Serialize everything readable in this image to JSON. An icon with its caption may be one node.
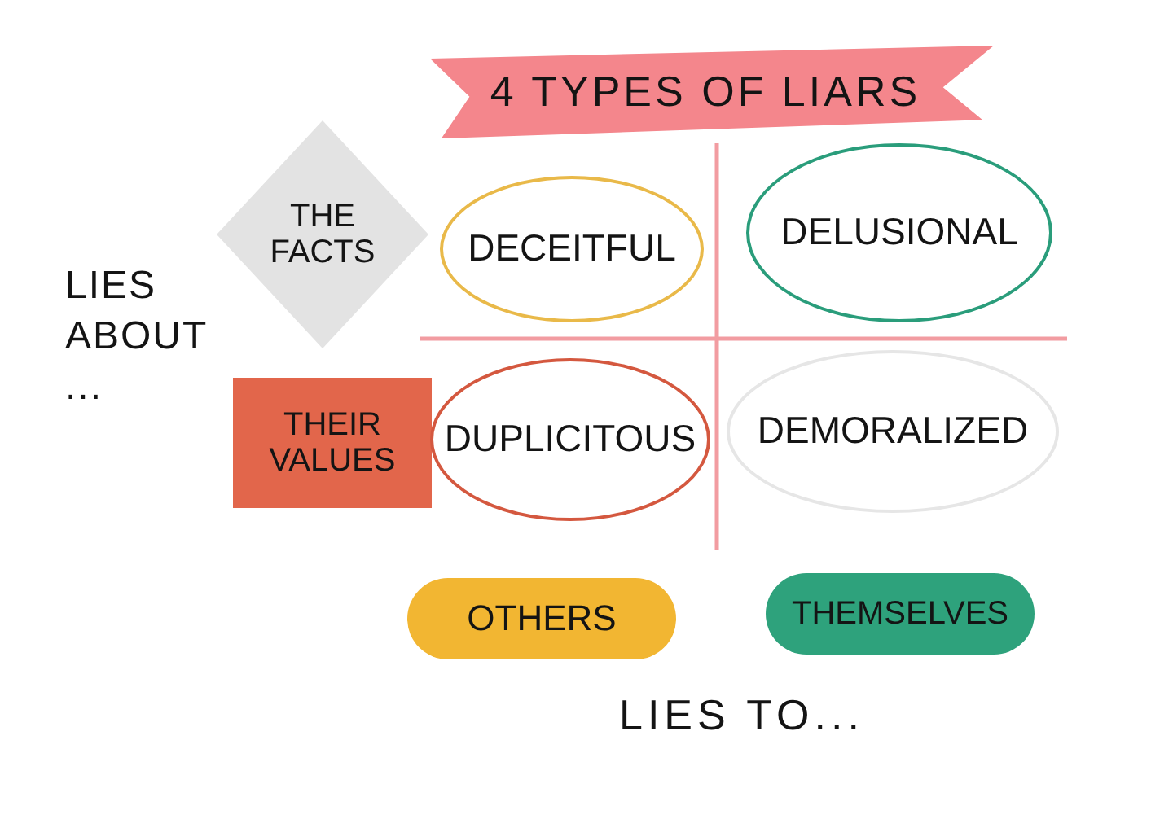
{
  "diagram": {
    "title": "4 TYPES OF LIARS",
    "nodes": [
      {
        "text": [
          "THE FACTS"
        ]
      },
      {
        "text": [
          "DECEITFUL"
        ]
      },
      {
        "text": [
          "DELUSIONAL"
        ]
      },
      {
        "text": [
          "THEIR VALUES"
        ]
      },
      {
        "text": [
          "DUPLICITOUS"
        ]
      },
      {
        "text": [
          "DEMORALIZED"
        ]
      },
      {
        "text": [
          "OTHERS"
        ]
      },
      {
        "text": [
          "THEMSELVES"
        ]
      }
    ],
    "labels": [
      "LIES ABOUT ...",
      "LIES TO..."
    ]
  }
}
